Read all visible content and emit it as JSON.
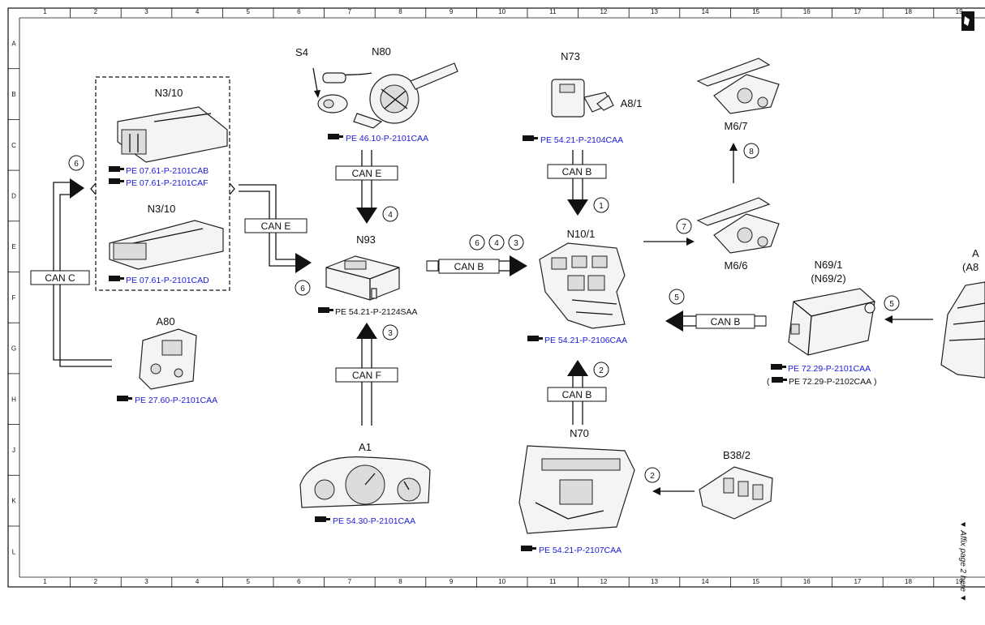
{
  "grid": {
    "columns": [
      "1",
      "2",
      "3",
      "4",
      "5",
      "6",
      "7",
      "8",
      "9",
      "10",
      "11",
      "12",
      "13",
      "14",
      "15",
      "16",
      "17",
      "18",
      "19"
    ],
    "rows": [
      "A",
      "B",
      "C",
      "D",
      "E",
      "F",
      "G",
      "H",
      "J",
      "K",
      "L"
    ]
  },
  "components": {
    "s4": "S4",
    "n80": "N80",
    "n73": "N73",
    "a8_1": "A8/1",
    "m6_7": "M6/7",
    "n3_10_top": "N3/10",
    "n3_10_bottom": "N3/10",
    "n93": "N93",
    "n10_1": "N10/1",
    "m6_6": "M6/6",
    "n69_1": "N69/1",
    "n69_2": "(N69/2)",
    "a80": "A80",
    "a1": "A1",
    "n70": "N70",
    "b38_2": "B38/2",
    "cut_a": "A",
    "cut_a8": "(A8"
  },
  "refs": {
    "n80": "PE 46.10-P-2101CAA",
    "n73": "PE 54.21-P-2104CAA",
    "n3_10_a": "PE 07.61-P-2101CAB",
    "n3_10_b": "PE 07.61-P-2101CAF",
    "n3_10_c": "PE 07.61-P-2101CAD",
    "n93": "PE 54.21-P-2124SAA",
    "n10_1": "PE 54.21-P-2106CAA",
    "n69_a": "PE 72.29-P-2101CAA",
    "n69_b": "PE 72.29-P-2102CAA",
    "a80": "PE 27.60-P-2101CAA",
    "a1": "PE 54.30-P-2101CAA",
    "n70": "PE 54.21-P-2107CAA"
  },
  "buses": {
    "can_c": "CAN C",
    "can_e_left": "CAN E",
    "can_e_top": "CAN E",
    "can_b_top": "CAN B",
    "can_b_mid": "CAN B",
    "can_b_right": "CAN B",
    "can_b_bottom": "CAN B",
    "can_f": "CAN F"
  },
  "steps": {
    "s6_left": "6",
    "s6_n93": "6",
    "s4_n93": "4",
    "s3_n93": "3",
    "s1_n10": "1",
    "s6_bus": "6",
    "s4_bus": "4",
    "s3_bus": "3",
    "s8": "8",
    "s7": "7",
    "s5_mid": "5",
    "s5_right": "5",
    "s2_n10": "2",
    "s2_n70": "2"
  },
  "affix": "▼ Affix page 2 here ▼",
  "colors": {
    "ref_text": "#1a1ad6",
    "line": "#111111",
    "background": "#ffffff"
  },
  "icons": [
    "pointing-hand-icon",
    "page-corner-icon"
  ]
}
